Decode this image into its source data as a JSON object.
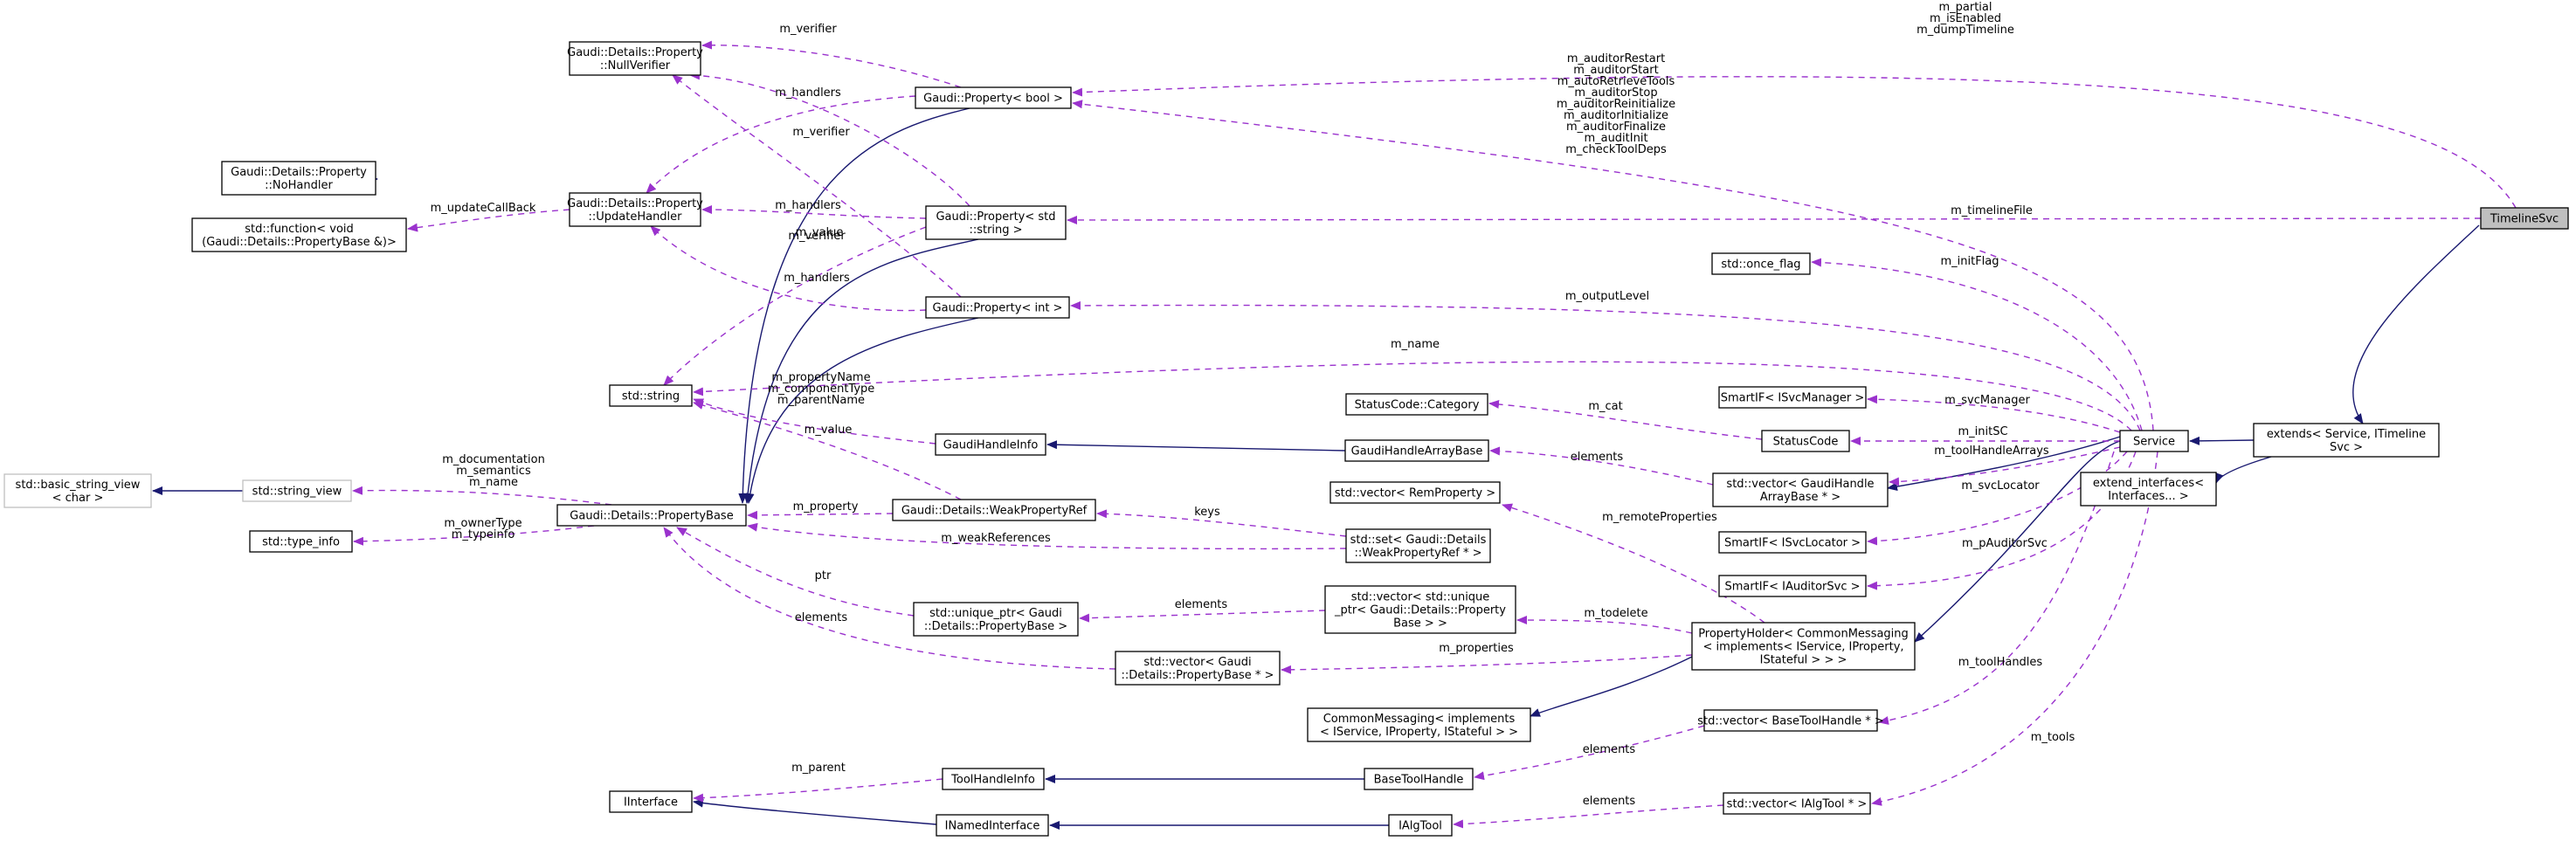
{
  "nodes": {
    "nullverifier": [
      "Gaudi::Details::Property",
      "::NullVerifier"
    ],
    "prop_bool": [
      "Gaudi::Property< bool >"
    ],
    "nohandler": [
      "Gaudi::Details::Property",
      "::NoHandler"
    ],
    "updatehandler": [
      "Gaudi::Details::Property",
      "::UpdateHandler"
    ],
    "stdfunction": [
      "std::function< void",
      "(Gaudi::Details::PropertyBase &)>"
    ],
    "prop_string": [
      "Gaudi::Property< std",
      "::string >"
    ],
    "prop_int": [
      "Gaudi::Property< int >"
    ],
    "stdstring": [
      "std::string"
    ],
    "gaudihandleinfo": [
      "GaudiHandleInfo"
    ],
    "basic_string_view": [
      "std::basic_string_view",
      "< char >"
    ],
    "string_view": [
      "std::string_view"
    ],
    "propertybase": [
      "Gaudi::Details::PropertyBase"
    ],
    "typeinfo": [
      "std::type_info"
    ],
    "weakpropertyref": [
      "Gaudi::Details::WeakPropertyRef"
    ],
    "unique_ptr": [
      "std::unique_ptr< Gaudi",
      "::Details::PropertyBase >"
    ],
    "vector_pb": [
      "std::vector< Gaudi",
      "::Details::PropertyBase * >"
    ],
    "tooleandleinfo": [
      "ToolHandleInfo"
    ],
    "iinterface": [
      "IInterface"
    ],
    "inamedinterface": [
      "INamedInterface"
    ],
    "statuscode_category": [
      "StatusCode::Category"
    ],
    "gaudihandlearraybase": [
      "GaudiHandleArrayBase"
    ],
    "vector_rem": [
      "std::vector< RemProperty >"
    ],
    "set_weak": [
      "std::set< Gaudi::Details",
      "::WeakPropertyRef * >"
    ],
    "vector_unique": [
      "std::vector< std::unique",
      "_ptr< Gaudi::Details::Property",
      "Base > >"
    ],
    "commonmessaging": [
      "CommonMessaging< implements",
      "< IService, IProperty, IStateful > >"
    ],
    "basetoolhandle": [
      "BaseToolHandle"
    ],
    "ialgtool": [
      "IAlgTool"
    ],
    "once_flag": [
      "std::once_flag"
    ],
    "smartif_svcmanager": [
      "SmartIF< ISvcManager >"
    ],
    "statuscode": [
      "StatusCode"
    ],
    "vector_gaudihandle": [
      "std::vector< GaudiHandle",
      "ArrayBase * >"
    ],
    "smartif_svclocator": [
      "SmartIF< ISvcLocator >"
    ],
    "smartif_auditor": [
      "SmartIF< IAuditorSvc >"
    ],
    "propertyholder": [
      "PropertyHolder< CommonMessaging",
      "< implements< IService, IProperty,",
      "IStateful > > >"
    ],
    "vector_basetool": [
      "std::vector< BaseToolHandle * >"
    ],
    "vector_ialgtool": [
      "std::vector< IAlgTool * >"
    ],
    "service": [
      "Service"
    ],
    "extends": [
      "extends< Service, ITimeline",
      "Svc >"
    ],
    "extend_interfaces": [
      "extend_interfaces<",
      "Interfaces... >"
    ],
    "timelinesvc": [
      "TimelineSvc"
    ]
  },
  "edge_labels": {
    "timeline_bool": [
      "m_partial",
      "m_isEnabled",
      "m_dumpTimeline"
    ],
    "service_bool": [
      "m_auditorRestart",
      "m_auditorStart",
      "m_autoRetrieveTools",
      "m_auditorStop",
      "m_auditorReinitialize",
      "m_auditorInitialize",
      "m_auditorFinalize",
      "m_auditInit",
      "m_checkToolDeps"
    ],
    "timeline_string": [
      "m_timelineFile"
    ],
    "service_int": [
      "m_outputLevel"
    ],
    "service_name": [
      "m_name"
    ],
    "service_once": [
      "m_initFlag"
    ],
    "service_svcmgr": [
      "m_svcManager"
    ],
    "service_initsc": [
      "m_initSC"
    ],
    "service_toolarrays": [
      "m_toolHandleArrays"
    ],
    "service_svclocator": [
      "m_svcLocator"
    ],
    "service_auditor": [
      "m_pAuditorSvc"
    ],
    "service_toolhandles": [
      "m_toolHandles"
    ],
    "service_tools": [
      "m_tools"
    ],
    "statuscode_cat": [
      "m_cat"
    ],
    "arraybase_elements": [
      "elements"
    ],
    "holder_remote": [
      "m_remoteProperties"
    ],
    "holder_todelete": [
      "m_todelete"
    ],
    "holder_properties": [
      "m_properties"
    ],
    "basetool_elements": [
      "elements"
    ],
    "ialgtool_elements": [
      "elements"
    ],
    "bool_verifier": [
      "m_verifier"
    ],
    "bool_handlers": [
      "m_handlers"
    ],
    "string_verifier": [
      "m_verifier"
    ],
    "string_handlers": [
      "m_handlers"
    ],
    "int_verifier": [
      "m_verifier"
    ],
    "int_handlers": [
      "m_handlers"
    ],
    "string_value": [
      "m_value"
    ],
    "pb_names": [
      "m_propertyName",
      "m_componentType",
      "m_parentName"
    ],
    "info_value": [
      "m_value"
    ],
    "update_callback": [
      "m_updateCallBack"
    ],
    "pb_docs": [
      "m_documentation",
      "m_semantics",
      "m_name"
    ],
    "pb_typeinfo": [
      "m_ownerType",
      "m_typeinfo"
    ],
    "weak_property": [
      "m_property"
    ],
    "set_keys": [
      "keys"
    ],
    "pb_weakrefs": [
      "m_weakReferences"
    ],
    "unique_ptr_label": [
      "ptr"
    ],
    "vector_unique_elements": [
      "elements"
    ],
    "vector_pb_elements": [
      "elements"
    ],
    "toolinfo_parent": [
      "m_parent"
    ]
  },
  "colors": {
    "inheritance": "#191970",
    "usage": "#9a32cd",
    "focus_fill": "#bfbfbf",
    "external_border": "#bfbfbf"
  }
}
